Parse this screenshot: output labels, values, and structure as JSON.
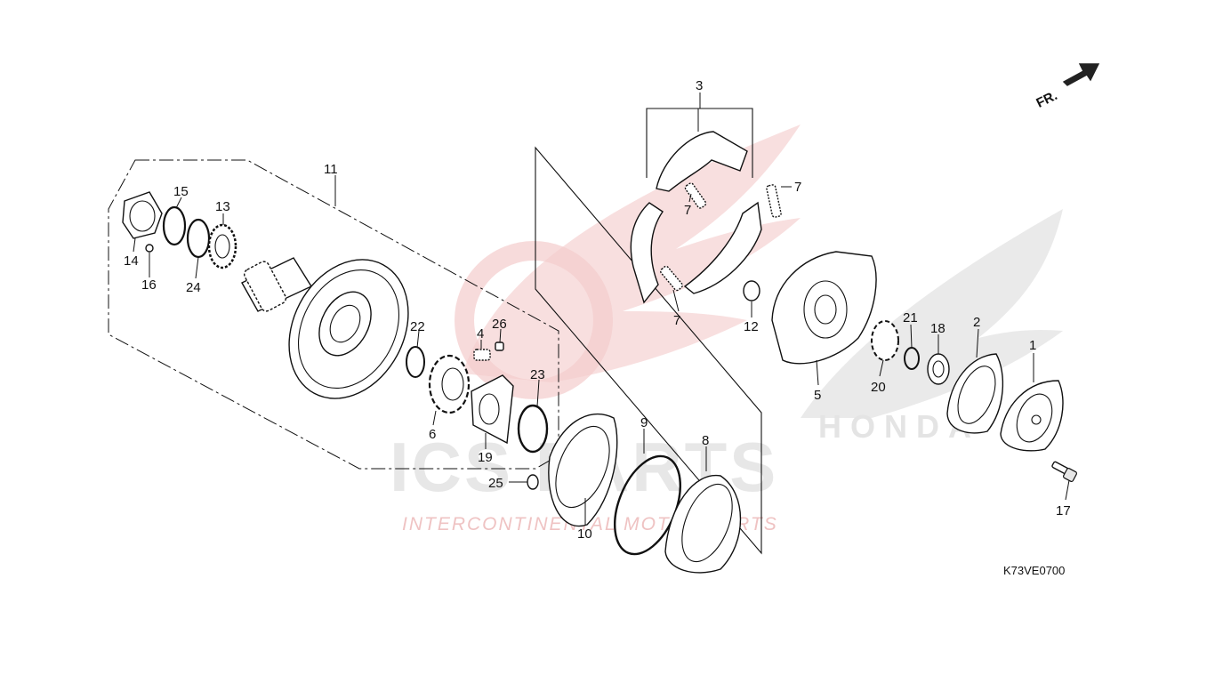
{
  "diagram": {
    "reference_code": "K73VE0700",
    "direction_label": "FR.",
    "watermark": {
      "main": "ICS PARTS",
      "sub": "INTERCONTINENTAL MOTOR PARTS",
      "brand": "HONDA"
    },
    "callouts": {
      "c1": "1",
      "c2": "2",
      "c3": "3",
      "c4": "4",
      "c5": "5",
      "c6": "6",
      "c7a": "7",
      "c7b": "7",
      "c7c": "7",
      "c8": "8",
      "c9": "9",
      "c10": "10",
      "c11": "11",
      "c12": "12",
      "c13": "13",
      "c14": "14",
      "c15": "15",
      "c16": "16",
      "c17": "17",
      "c18": "18",
      "c19": "19",
      "c20": "20",
      "c21": "21",
      "c22": "22",
      "c23": "23",
      "c24": "24",
      "c25": "25",
      "c26": "26"
    }
  }
}
